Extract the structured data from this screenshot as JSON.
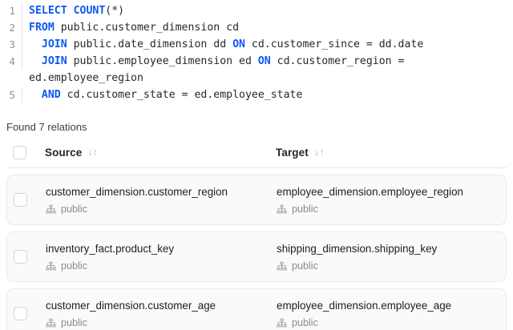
{
  "editor": {
    "lines": [
      {
        "number": "1",
        "tokens": [
          {
            "t": "SELECT",
            "k": true
          },
          {
            "t": " ",
            "k": false
          },
          {
            "t": "COUNT",
            "k": true
          },
          {
            "t": "(*)",
            "k": false
          }
        ]
      },
      {
        "number": "2",
        "tokens": [
          {
            "t": "FROM",
            "k": true
          },
          {
            "t": " public.customer_dimension cd",
            "k": false
          }
        ]
      },
      {
        "number": "3",
        "tokens": [
          {
            "t": "  ",
            "k": false
          },
          {
            "t": "JOIN",
            "k": true
          },
          {
            "t": " public.date_dimension dd ",
            "k": false
          },
          {
            "t": "ON",
            "k": true
          },
          {
            "t": " cd.customer_since = dd.date",
            "k": false
          }
        ]
      },
      {
        "number": "4",
        "tokens": [
          {
            "t": "  ",
            "k": false
          },
          {
            "t": "JOIN",
            "k": true
          },
          {
            "t": " public.employee_dimension ed ",
            "k": false
          },
          {
            "t": "ON",
            "k": true
          },
          {
            "t": " cd.customer_region = ed.employee_region",
            "k": false
          }
        ]
      },
      {
        "number": "5",
        "tokens": [
          {
            "t": "  ",
            "k": false
          },
          {
            "t": "AND",
            "k": true
          },
          {
            "t": " cd.customer_state = ed.employee_state",
            "k": false
          }
        ]
      }
    ],
    "keyword_color": "#0b57f5",
    "text_color": "#24292f",
    "gutter_color": "#8a9199"
  },
  "results": {
    "summary": "Found 7 relations",
    "columns": [
      {
        "label": "Source",
        "sort_icon": "↓↑"
      },
      {
        "label": "Target",
        "sort_icon": "↓↑"
      }
    ],
    "select_all_checkbox": "unchecked",
    "rows": [
      {
        "selected": false,
        "source": {
          "name": "customer_dimension.customer_region",
          "schema": "public",
          "schema_icon": "sitemap-icon"
        },
        "target": {
          "name": "employee_dimension.employee_region",
          "schema": "public",
          "schema_icon": "sitemap-icon"
        }
      },
      {
        "selected": false,
        "source": {
          "name": "inventory_fact.product_key",
          "schema": "public",
          "schema_icon": "sitemap-icon"
        },
        "target": {
          "name": "shipping_dimension.shipping_key",
          "schema": "public",
          "schema_icon": "sitemap-icon"
        }
      },
      {
        "selected": false,
        "source": {
          "name": "customer_dimension.customer_age",
          "schema": "public",
          "schema_icon": "sitemap-icon"
        },
        "target": {
          "name": "employee_dimension.employee_age",
          "schema": "public",
          "schema_icon": "sitemap-icon"
        }
      }
    ]
  },
  "colors": {
    "row_background": "#fafafa",
    "row_border": "#e8eaec",
    "muted_text": "#868b90",
    "primary_text": "#202124"
  }
}
